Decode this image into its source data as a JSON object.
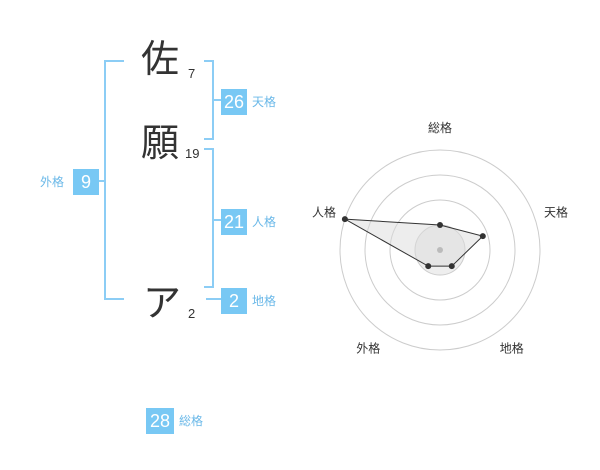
{
  "name": {
    "chars": [
      {
        "char": "佐",
        "strokes": "7"
      },
      {
        "char": "願",
        "strokes": "19"
      },
      {
        "char": "ア",
        "strokes": "2"
      }
    ]
  },
  "kaku": {
    "tenkaku": {
      "value": "26",
      "label": "天格"
    },
    "jinkaku": {
      "value": "21",
      "label": "人格"
    },
    "chikaku": {
      "value": "2",
      "label": "地格"
    },
    "gaikaku": {
      "value": "9",
      "label": "外格"
    },
    "soukaku": {
      "value": "28",
      "label": "総格"
    }
  },
  "radar": {
    "axes": [
      "総格",
      "天格",
      "地格",
      "外格",
      "人格"
    ],
    "values": [
      0.25,
      0.45,
      0.2,
      0.2,
      1.0
    ],
    "rings": 4,
    "colors": {
      "ring": "#cccccc",
      "fill": "#eeeeee",
      "stroke": "#333333",
      "point": "#333333",
      "center": "#bbbbbb"
    }
  },
  "colors": {
    "accent": "#78c8f4",
    "bracket": "#8ccdf5"
  }
}
